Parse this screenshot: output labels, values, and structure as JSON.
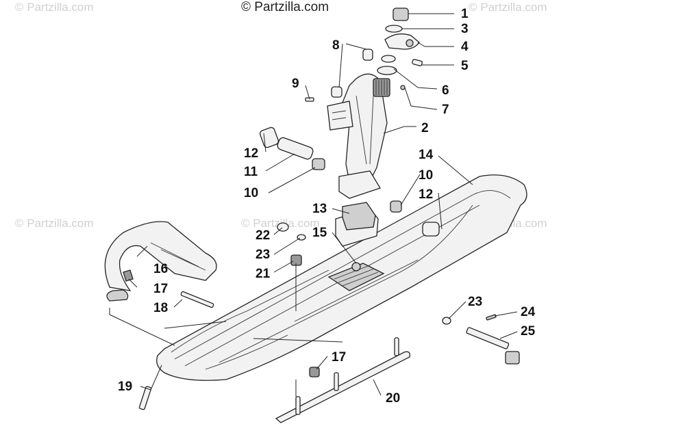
{
  "watermark": {
    "brand": "© Partzilla.com"
  },
  "parts": {
    "p1": "1",
    "p2": "2",
    "p3": "3",
    "p4": "4",
    "p5": "5",
    "p6": "6",
    "p7": "7",
    "p8": "8",
    "p9": "9",
    "p10a": "10",
    "p10b": "10",
    "p11": "11",
    "p12a": "12",
    "p12b": "12",
    "p13": "13",
    "p14": "14",
    "p15": "15",
    "p16": "16",
    "p17a": "17",
    "p17b": "17",
    "p18": "18",
    "p19": "19",
    "p20": "20",
    "p21": "21",
    "p22": "22",
    "p23a": "23",
    "p23b": "23",
    "p24": "24",
    "p25": "25"
  }
}
